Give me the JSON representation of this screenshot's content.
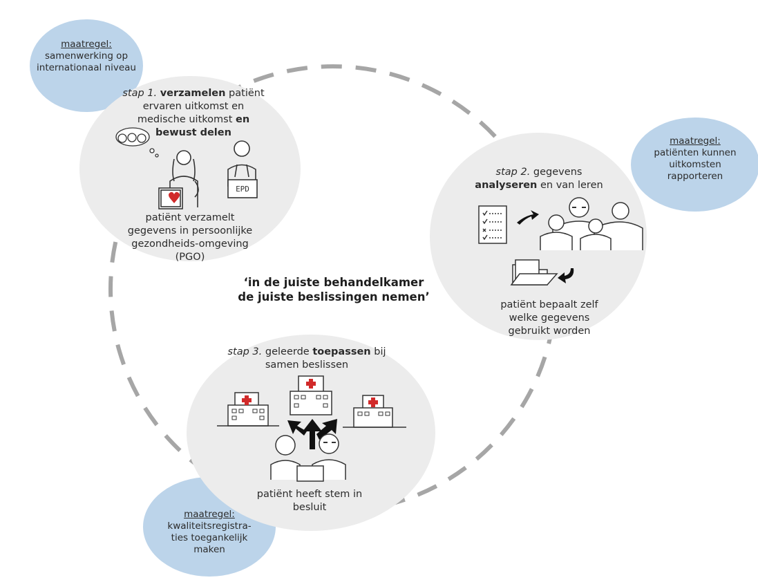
{
  "center_quote": {
    "line1": "‘in de juiste behandelkamer",
    "line2": "de juiste beslissingen nemen’"
  },
  "steps": [
    {
      "label": "stap 1.",
      "bold1": "verzamelen",
      "text1": " patiënt ervaren uitkomst en medische uitkomst ",
      "bold2": "en bewust delen",
      "footer": "patiënt verzamelt gegevens in persoonlijke gezondheids-omgeving (PGO)",
      "device_label": "EPD"
    },
    {
      "label": "stap 2.",
      "text1": " gegevens ",
      "bold1": "analyseren",
      "text2": " en van leren",
      "footer": "patiënt bepaalt zelf welke gegevens gebruikt worden"
    },
    {
      "label": "stap 3.",
      "text1": " geleerde ",
      "bold1": "toepassen",
      "text2": " bij samen beslissen",
      "footer": "patiënt heeft stem in besluit"
    }
  ],
  "measures": [
    {
      "title": "maatregel:",
      "text": "samenwerking op internationaal niveau"
    },
    {
      "title": "maatregel:",
      "text": "patiënten kunnen uitkomsten rapporteren"
    },
    {
      "title": "maatregel:",
      "text": "kwaliteitsregistra-ties toegankelijk maken"
    }
  ],
  "colors": {
    "circle_fill": "#ececec",
    "measure_fill": "#bcd4ea",
    "dash": "#a6a6a6",
    "heart_red": "#d12a2a"
  }
}
